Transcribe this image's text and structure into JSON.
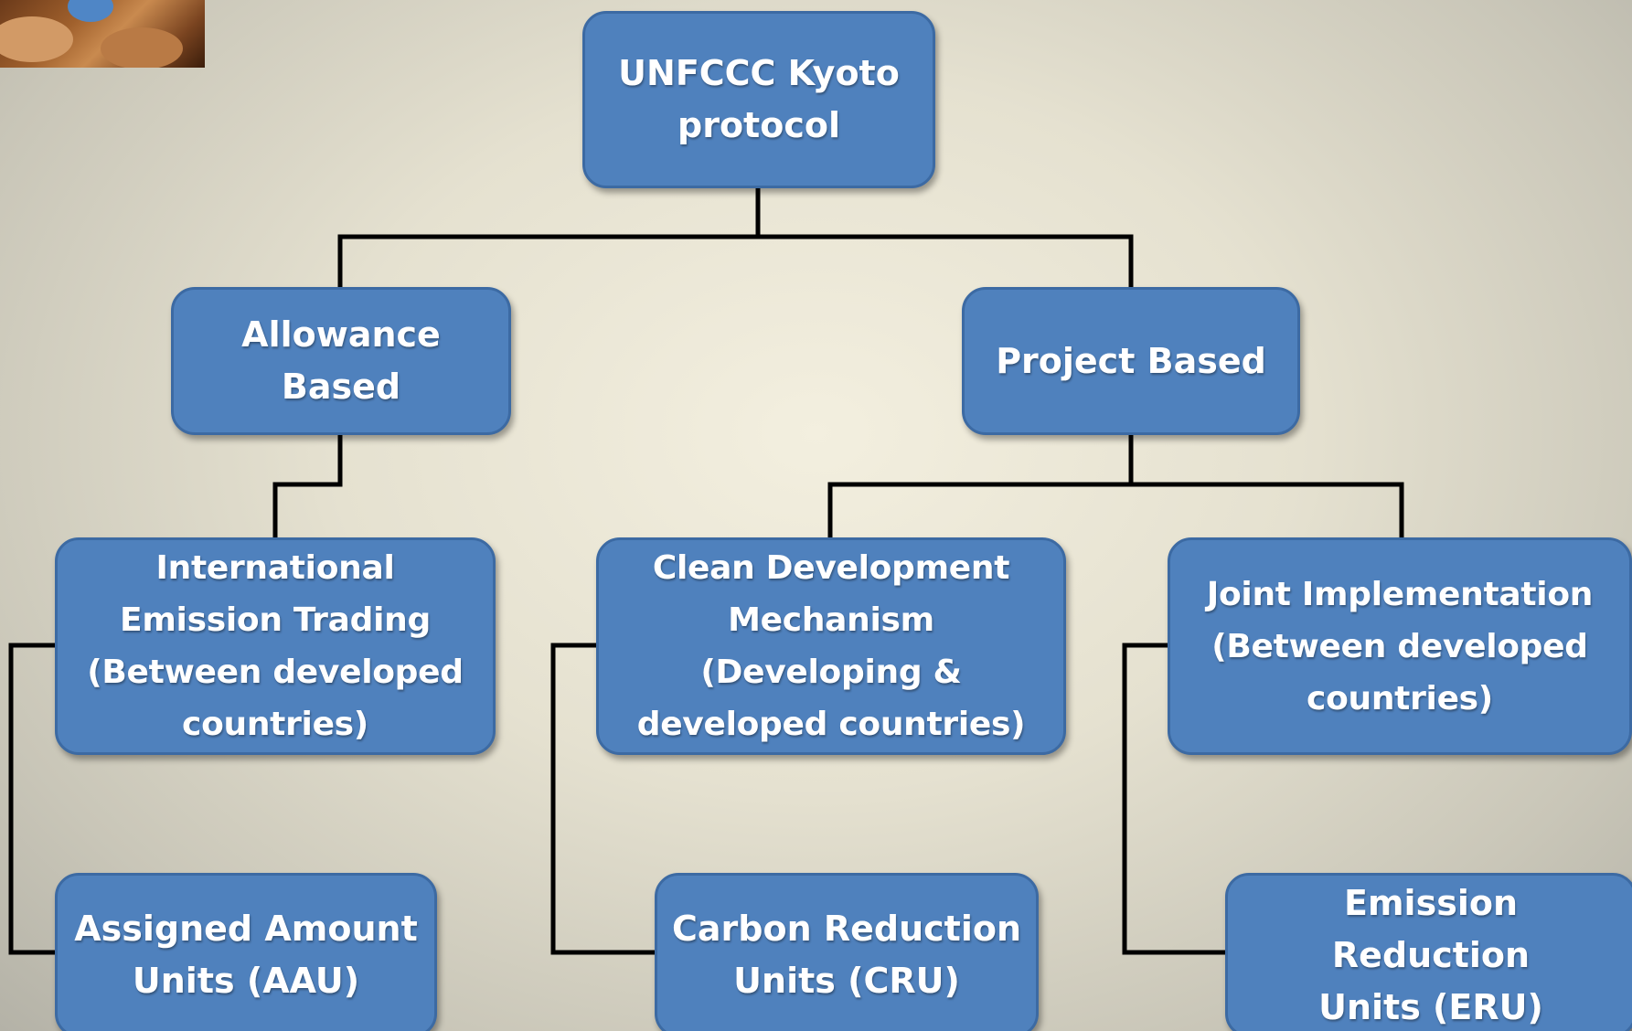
{
  "diagram": {
    "root": "UNFCCC Kyoto\nprotocol",
    "allowance": "Allowance\nBased",
    "project": "Project Based",
    "iet": "International\nEmission Trading\n(Between developed\ncountries)",
    "cdm": "Clean Development\nMechanism\n(Developing &\ndeveloped countries)",
    "ji": "Joint Implementation\n(Between developed\ncountries)",
    "aau": "Assigned Amount\nUnits (AAU)",
    "cru": "Carbon Reduction\nUnits (CRU)",
    "eru": "Emission Reduction\nUnits (ERU)"
  },
  "colors": {
    "node_fill": "#4f81bd",
    "node_border": "#3c6aa3",
    "connector": "#000000",
    "text": "#ffffff"
  }
}
